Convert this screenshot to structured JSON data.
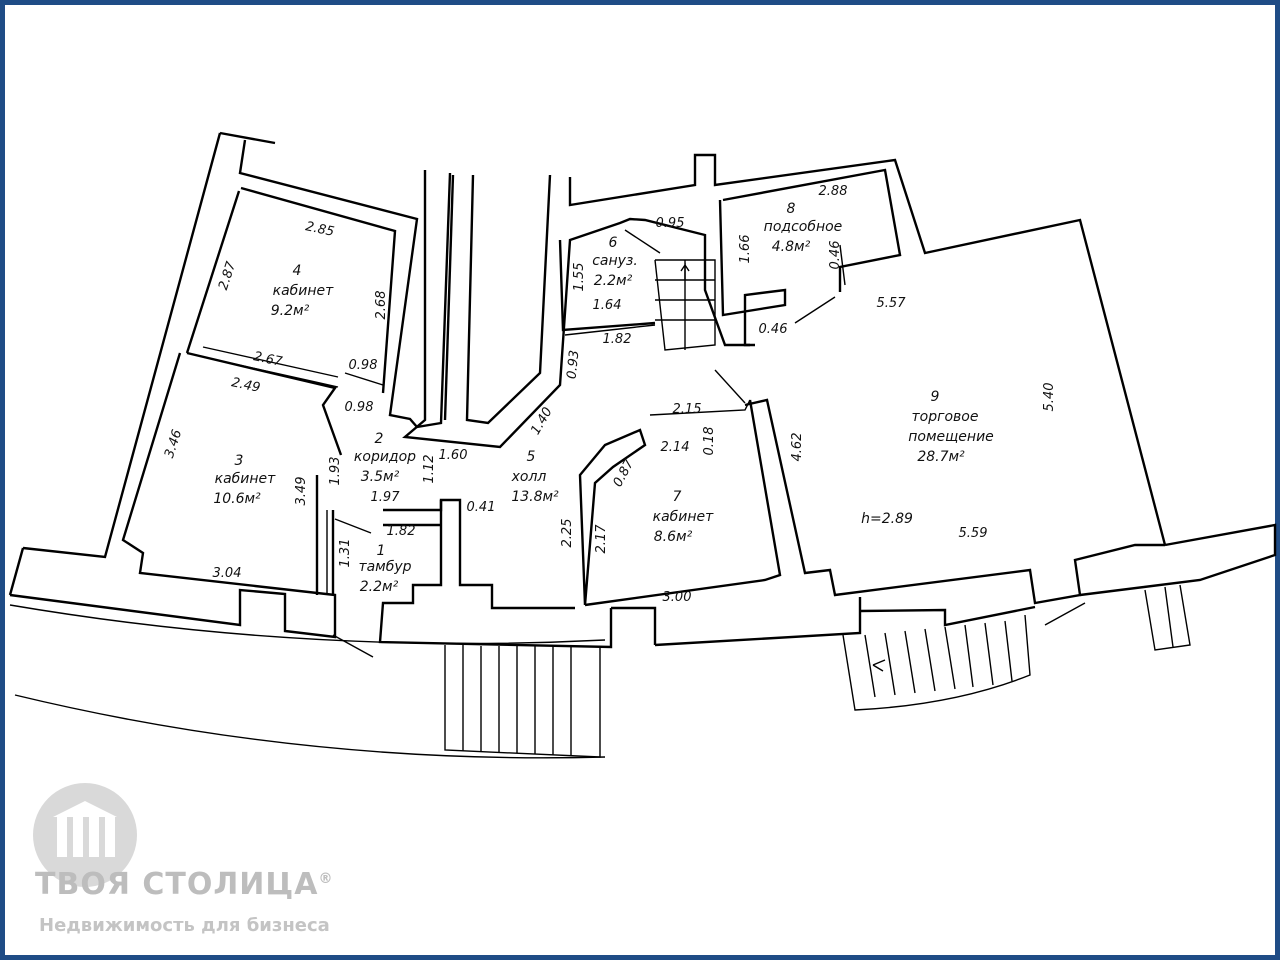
{
  "rooms": [
    {
      "id": "room-1",
      "number": "1",
      "name": "тамбур",
      "area": "2.2м²"
    },
    {
      "id": "room-2",
      "number": "2",
      "name": "коридор",
      "area": "3.5м²"
    },
    {
      "id": "room-3",
      "number": "3",
      "name": "кабинет",
      "area": "10.6м²"
    },
    {
      "id": "room-4",
      "number": "4",
      "name": "кабинет",
      "area": "9.2м²"
    },
    {
      "id": "room-5",
      "number": "5",
      "name": "холл",
      "area": "13.8м²"
    },
    {
      "id": "room-6",
      "number": "6",
      "name": "сануз.",
      "area": "2.2м²"
    },
    {
      "id": "room-7",
      "number": "7",
      "name": "кабинет",
      "area": "8.6м²"
    },
    {
      "id": "room-8",
      "number": "8",
      "name": "подсобное",
      "area": "4.8м²"
    },
    {
      "id": "room-9",
      "number": "9",
      "name": "торговое",
      "name2": "помещение",
      "area": "28.7м²",
      "height": "h=2.89"
    }
  ],
  "dimensions": [
    "2.85",
    "2.87",
    "2.68",
    "2.67",
    "0.98",
    "2.49",
    "0.98",
    "3.46",
    "3.49",
    "1.93",
    "3.04",
    "1.97",
    "1.82",
    "1.31",
    "1.12",
    "1.60",
    "0.41",
    "1.40",
    "0.93",
    "1.55",
    "1.64",
    "1.82",
    "0.95",
    "1.66",
    "2.88",
    "0.46",
    "0.46",
    "5.57",
    "5.40",
    "4.62",
    "5.59",
    "2.15",
    "2.14",
    "0.18",
    "0.87",
    "2.25",
    "2.17",
    "3.00"
  ],
  "watermark": {
    "brand": "ТВОЯ СТОЛИЦА",
    "registered": "®",
    "tagline": "Недвижимость для бизнеса"
  }
}
